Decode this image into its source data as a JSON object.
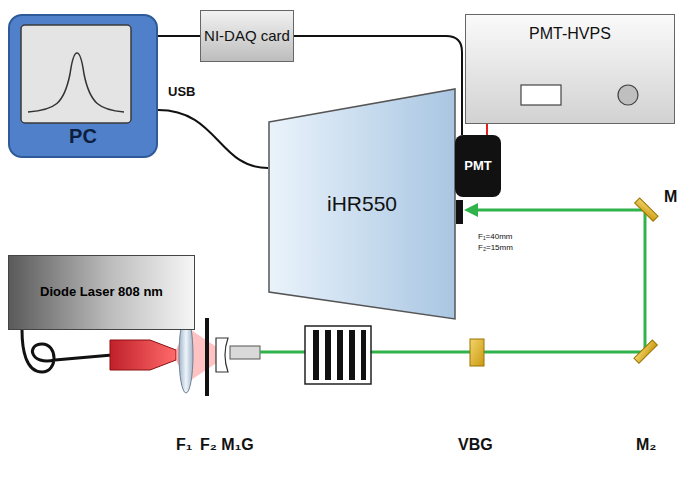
{
  "diagram": {
    "nodes": [
      {
        "text": [
          "PC"
        ]
      },
      {
        "text": [
          "NI-DAQ card"
        ]
      },
      {
        "text": [
          "PMT-HVPS"
        ]
      },
      {
        "text": [
          "iHR550"
        ]
      },
      {
        "text": [
          "PMT"
        ]
      },
      {
        "text": [
          "Diode Laser 808 nm"
        ]
      }
    ],
    "edges": [
      {
        "from": 1,
        "to": 0,
        "arrow": "none"
      },
      {
        "from": 1,
        "to": 4,
        "arrow": "none"
      },
      {
        "from": 0,
        "to": 3,
        "arrow": "none",
        "label": "USB"
      },
      {
        "from": 2,
        "to": 4,
        "arrow": "none"
      }
    ],
    "labels": [
      "F₁",
      "F₂ M₁G",
      "VBG",
      "M₂",
      "M",
      "F₁=40mm",
      "F₂=15mm"
    ]
  }
}
